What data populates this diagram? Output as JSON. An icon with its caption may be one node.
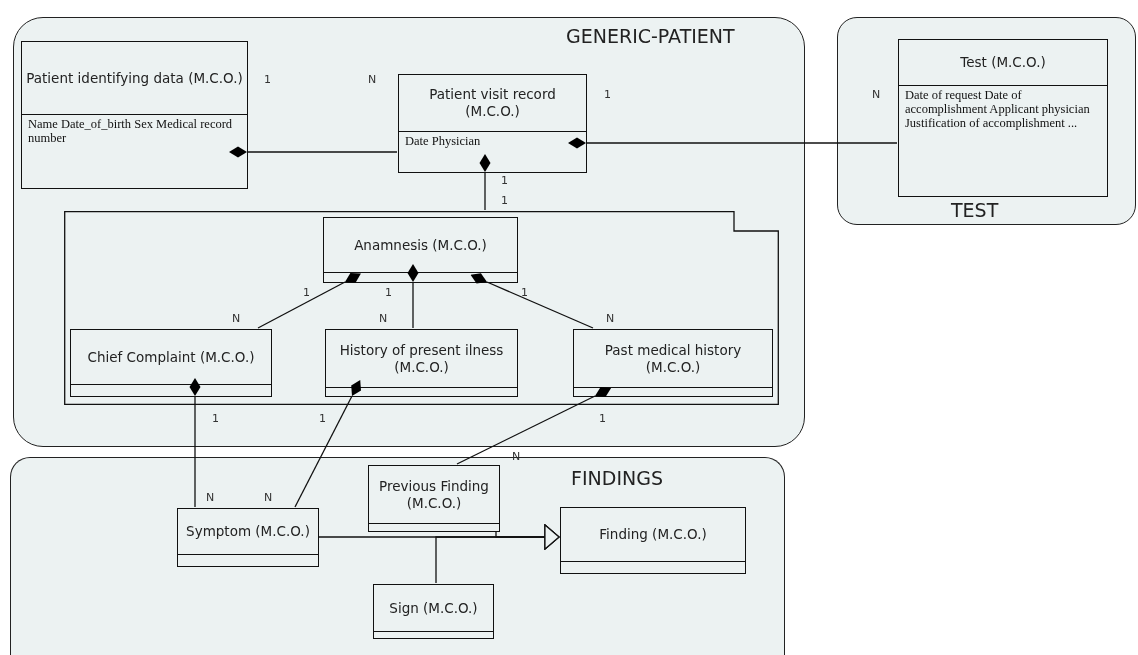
{
  "diagram": {
    "nodes": [
      {
        "text": [
          "GENERIC-PATIENT"
        ]
      },
      {
        "text": [
          "Patient identifying data (M.C.O.)",
          "Name Date_of_birth Sex Medical record number"
        ],
        "in": 0
      },
      {
        "text": [
          "Patient visit record (M.C.O.)",
          "Date Physician"
        ],
        "in": 0
      },
      {
        "text": [],
        "shape": "box",
        "in": 0
      },
      {
        "text": [
          "Anamnesis (M.C.O.)"
        ],
        "in": 3
      },
      {
        "text": [
          "Chief Complaint (M.C.O.)"
        ],
        "in": 3
      },
      {
        "text": [
          "History of present ilness (M.C.O.)"
        ],
        "in": 3
      },
      {
        "text": [
          "Past medical history (M.C.O.)"
        ],
        "in": 3
      },
      {
        "text": [
          "TEST"
        ]
      },
      {
        "text": [
          "Test (M.C.O.)",
          "Date of request Date of accomplishment Applicant physician Justification of accomplishment ..."
        ],
        "in": 8
      },
      {
        "text": [
          "FINDINGS"
        ]
      },
      {
        "text": [
          "Previous Finding (M.C.O.)"
        ],
        "in": 10
      },
      {
        "text": [
          "Symptom (M.C.O.)"
        ],
        "in": 10
      },
      {
        "text": [
          "Finding (M.C.O.)"
        ],
        "in": 10
      },
      {
        "text": [
          "Sign (M.C.O.)"
        ],
        "in": 10
      }
    ],
    "edges": [
      {
        "from": 1,
        "to": 2,
        "arrow": "other"
      },
      {
        "from": 2,
        "to": 9,
        "arrow": "other"
      },
      {
        "from": 2,
        "to": 3,
        "arrow": "other"
      },
      {
        "from": 4,
        "to": 5,
        "arrow": "other"
      },
      {
        "from": 4,
        "to": 6,
        "arrow": "other"
      },
      {
        "from": 4,
        "to": 7,
        "arrow": "other"
      },
      {
        "from": 5,
        "to": 12,
        "arrow": "other"
      },
      {
        "from": 6,
        "to": 12,
        "arrow": "other"
      },
      {
        "from": 7,
        "to": 11,
        "arrow": "other"
      },
      {
        "from": 12,
        "to": 13,
        "arrow": "to"
      },
      {
        "from": 11,
        "to": 13,
        "arrow": "to"
      },
      {
        "from": 14,
        "to": 13,
        "arrow": "to"
      }
    ],
    "labels": [
      "1",
      "N",
      "1",
      "N",
      "1",
      "1",
      "1",
      "N",
      "1",
      "N",
      "1",
      "N",
      "1",
      "1",
      "1",
      "N",
      "N",
      "N"
    ]
  }
}
